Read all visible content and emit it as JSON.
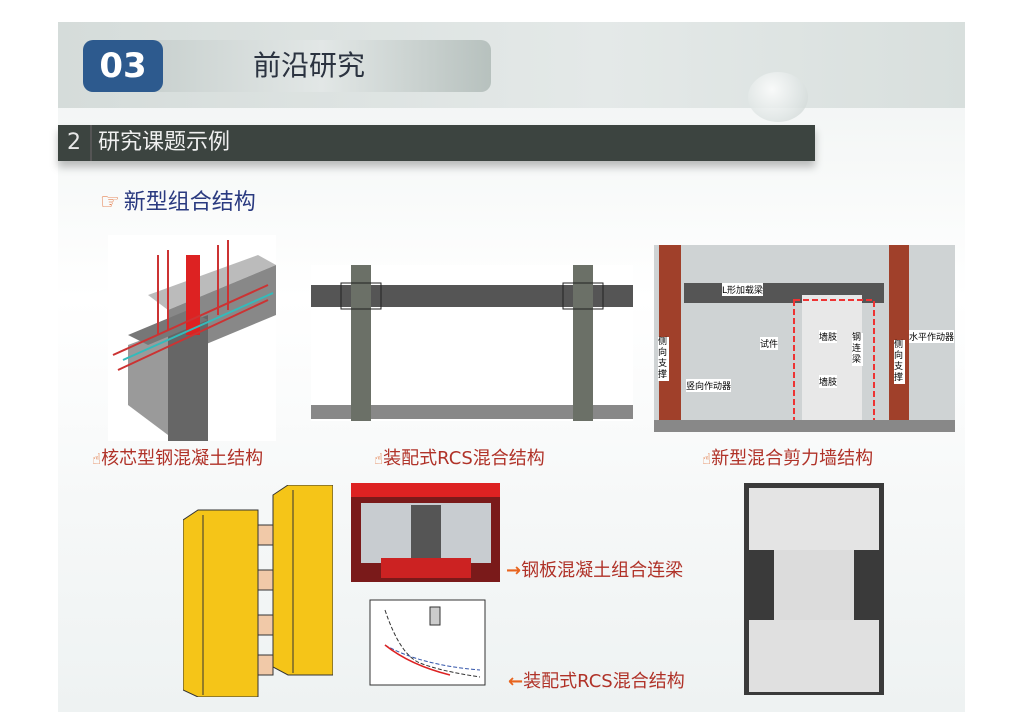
{
  "header": {
    "number": "03",
    "title": "前沿研究"
  },
  "section": {
    "number": "2",
    "title": "研究课题示例"
  },
  "subtitle": {
    "icon": "pointing-hand-icon",
    "text": "新型组合结构"
  },
  "captions": [
    "核芯型钢混凝土结构",
    "装配式RCS混合结构",
    "新型混合剪力墙结构"
  ],
  "bottom_captions": [
    "钢板混凝土组合连梁",
    "装配式RCS混合结构"
  ],
  "photo_labels": {
    "beam": "L形加载梁",
    "specimen": "试件",
    "wall1": "墙肢",
    "wall2": "墙肢",
    "coupling": "钢连梁",
    "left_support": "侧向支撑",
    "right_support": "侧向支撑",
    "vertical_actuator": "竖向作动器",
    "horizontal_actuator": "水平作动器"
  },
  "colors": {
    "accent_blue": "#2d5a8e",
    "bar": "#3c4440",
    "caption": "#b03228"
  }
}
